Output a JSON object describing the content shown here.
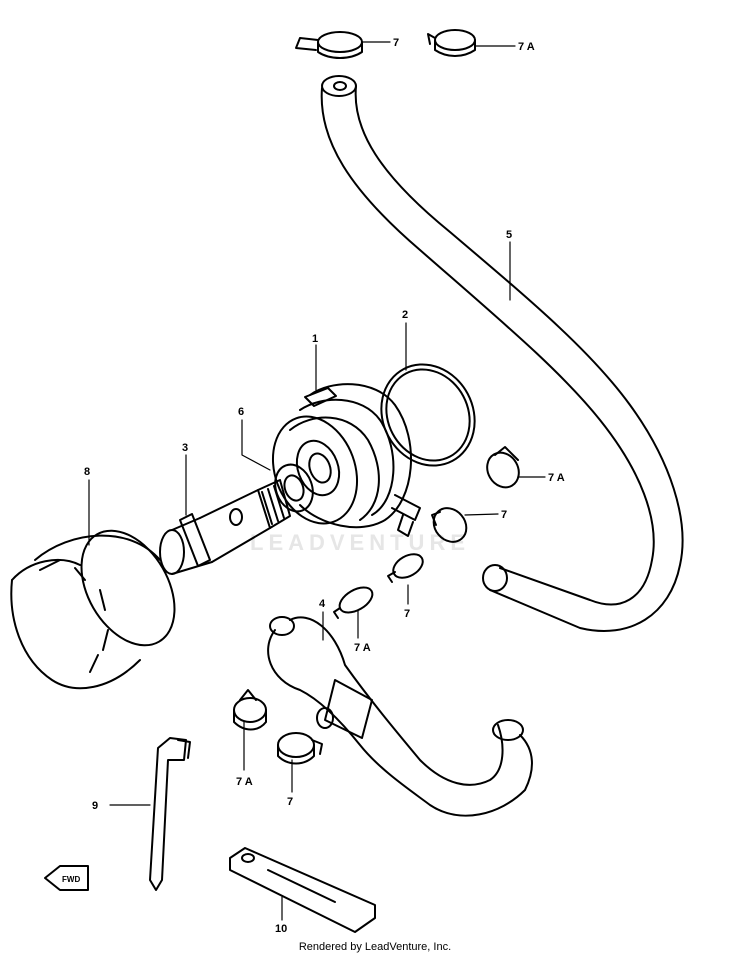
{
  "watermark": "LEADVENTURE",
  "callouts": {
    "c1": "1",
    "c2": "2",
    "c3": "3",
    "c4": "4",
    "c5": "5",
    "c6": "6",
    "c7_top": "7",
    "c7a_top": "7 A",
    "c7a_right": "7 A",
    "c7_right": "7",
    "c7_mid": "7",
    "c7a_mid": "7 A",
    "c7a_left": "7 A",
    "c7_low": "7",
    "c8": "8",
    "c9": "9",
    "c10": "10"
  },
  "fwd_label": "FWD",
  "footer": "Rendered by LeadVenture, Inc."
}
